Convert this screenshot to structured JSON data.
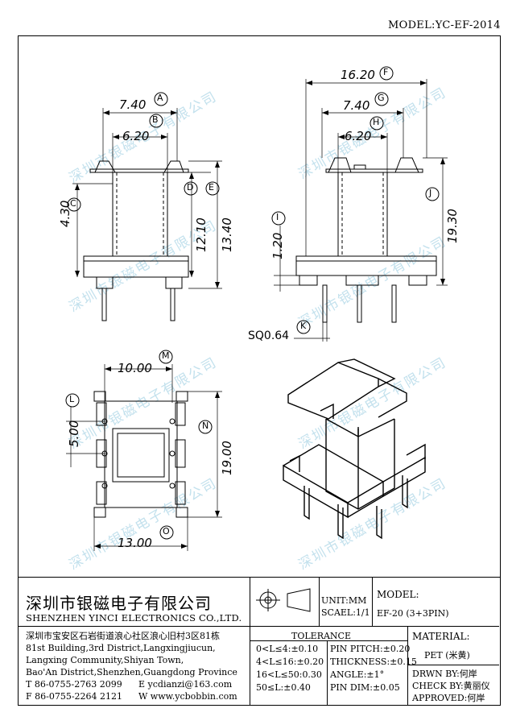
{
  "model_header": "MODEL:YC-EF-2014",
  "watermark": "深圳市银磁电子有限公司",
  "dimensions": {
    "a": {
      "value": "7.40",
      "letter": "A"
    },
    "b": {
      "value": "6.20",
      "letter": "B"
    },
    "c": {
      "value": "4.30",
      "letter": "C"
    },
    "d": {
      "value": "12.10",
      "letter": "D"
    },
    "e": {
      "value": "13.40",
      "letter": "E"
    },
    "f": {
      "value": "16.20",
      "letter": "F"
    },
    "g": {
      "value": "7.40",
      "letter": "G"
    },
    "h": {
      "value": "6.20",
      "letter": "H"
    },
    "i": {
      "value": "1.20",
      "letter": "I"
    },
    "j": {
      "value": "19.30",
      "letter": "J"
    },
    "k": {
      "value": "SQ0.64",
      "letter": "K"
    },
    "l": {
      "value": "5.00",
      "letter": "L"
    },
    "m": {
      "value": "10.00",
      "letter": "M"
    },
    "n": {
      "value": "19.00",
      "letter": "N"
    },
    "o": {
      "value": "13.00",
      "letter": "O"
    }
  },
  "title_block": {
    "company_cn": "深圳市银磁电子有限公司",
    "company_en": "SHENZHEN YINCI ELECTRONICS CO.,LTD.",
    "address_cn": "深圳市宝安区石岩街道浪心社区浪心旧村3区81栋",
    "address_en1": "81st Building,3rd District,Langxingjiucun,",
    "address_en2": "Langxing Community,Shiyan Town,",
    "address_en3": "Bao'An District,Shenzhen,Guangdong Province",
    "tel": "T 86-0755-2763 2099",
    "email": "E ycdianzi@163.com",
    "fax": "F 86-0755-2264 2121",
    "web": "W www.ycbobbin.com",
    "unit": "UNIT:MM",
    "scale": "SCAEL:1/1",
    "model_label": "MODEL:",
    "model_value": "EF-20 (3+3PIN)",
    "material_label": "MATERIAL:",
    "material_value": "PET (米黄)",
    "tolerance_title": "TOLERANCE",
    "tolerances": [
      "0<L≤4:±0.10",
      "4<L≤16:±0.20",
      "16<L≤50:0.30",
      "50≤L:±0.40"
    ],
    "pin_tolerances": [
      "PIN PITCH:±0.20",
      "THICKNESS:±0.15",
      "ANGLE:±1°",
      "PIN DIM:±0.05"
    ],
    "drawn_by": "DRWN BY:何岸",
    "check_by": "CHECK BY:黄丽仪",
    "approved": "APPROVED:何岸"
  }
}
